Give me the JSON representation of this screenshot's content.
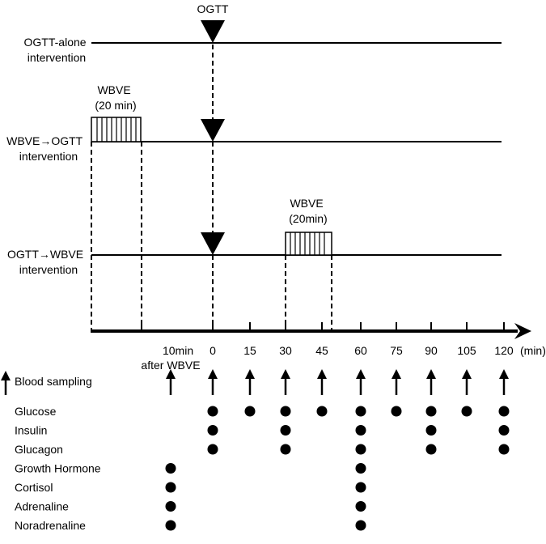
{
  "labels": {
    "ogtt_top": "OGTT",
    "ogtt_alone": [
      "OGTT-alone",
      "intervention"
    ],
    "wbve_ogtt": [
      "WBVE→OGTT",
      "intervention"
    ],
    "ogtt_wbve": [
      "OGTT→WBVE",
      "intervention"
    ],
    "wbve_box1": [
      "WBVE",
      "(20 min)"
    ],
    "wbve_box2": [
      "WBVE",
      "(20min)"
    ],
    "after_wbve": [
      "10min",
      "after WBVE"
    ],
    "unit": "(min)",
    "blood_sampling": "Blood sampling"
  },
  "ticks": [
    "0",
    "15",
    "30",
    "45",
    "60",
    "75",
    "90",
    "105",
    "120"
  ],
  "sampling_columns": [
    "after",
    "0",
    "15",
    "30",
    "45",
    "60",
    "75",
    "90",
    "105",
    "120"
  ],
  "measures": [
    {
      "name": "Glucose",
      "times": [
        "0",
        "15",
        "30",
        "45",
        "60",
        "75",
        "90",
        "105",
        "120"
      ]
    },
    {
      "name": "Insulin",
      "times": [
        "0",
        "30",
        "60",
        "90",
        "120"
      ]
    },
    {
      "name": "Glucagon",
      "times": [
        "0",
        "30",
        "60",
        "90",
        "120"
      ]
    },
    {
      "name": "Growth Hormone",
      "times": [
        "after",
        "60"
      ]
    },
    {
      "name": "Cortisol",
      "times": [
        "after",
        "60"
      ]
    },
    {
      "name": "Adrenaline",
      "times": [
        "after",
        "60"
      ]
    },
    {
      "name": "Noradrenaline",
      "times": [
        "after",
        "60"
      ]
    }
  ]
}
